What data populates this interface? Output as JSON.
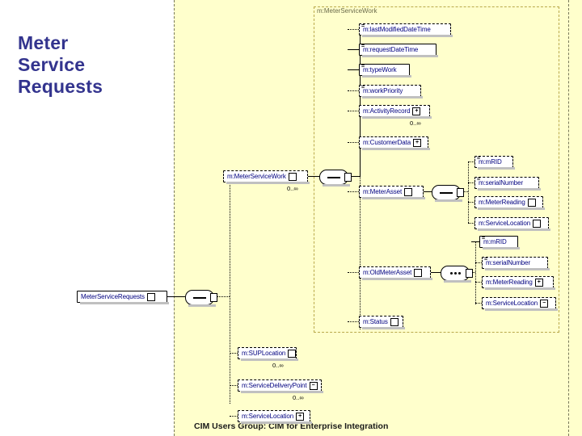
{
  "slide": {
    "title_lines": [
      "Meter",
      "Service",
      "Requests"
    ],
    "footer": "CIM Users Group: CIM for Enterprise Integration",
    "title_color": "#33348e",
    "canvas_color": "#ffffcc",
    "node_text_color": "#000080"
  },
  "diagram": {
    "type": "xml-schema-tree",
    "group_label": "m:MeterServiceWork",
    "root": {
      "label": "MeterServiceRequests"
    },
    "nodes": [
      {
        "id": "lastModifiedDateTime",
        "label": "m:lastModifiedDateTime",
        "style": "dashed",
        "required_marker": true,
        "expander": "none"
      },
      {
        "id": "requestDateTime",
        "label": "m:requestDateTime",
        "style": "solid",
        "required_marker": true,
        "expander": "none"
      },
      {
        "id": "typeWork",
        "label": "m:typeWork",
        "style": "solid",
        "required_marker": true,
        "expander": "none"
      },
      {
        "id": "workPriority",
        "label": "m:workPriority",
        "style": "dashed",
        "required_marker": true,
        "expander": "none"
      },
      {
        "id": "ActivityRecord",
        "label": "m:ActivityRecord",
        "style": "dashed",
        "required_marker": false,
        "expander": "plus",
        "cardinality": "0..∞"
      },
      {
        "id": "CustomerData",
        "label": "m:CustomerData",
        "style": "dashed",
        "required_marker": false,
        "expander": "plus"
      },
      {
        "id": "MeterServiceWork",
        "label": "m:MeterServiceWork",
        "style": "dashed",
        "required_marker": false,
        "expander": "blank",
        "cardinality": "0..∞"
      },
      {
        "id": "MeterAsset",
        "label": "m:MeterAsset",
        "style": "dashed",
        "required_marker": false,
        "expander": "blank"
      },
      {
        "id": "OldMeterAsset",
        "label": "m:OldMeterAsset",
        "style": "dashed",
        "required_marker": false,
        "expander": "blank"
      },
      {
        "id": "Status",
        "label": "m:Status",
        "style": "dashed",
        "required_marker": false,
        "expander": "blank"
      },
      {
        "id": "mRID1",
        "label": "m:mRID",
        "style": "dashed",
        "required_marker": true,
        "expander": "none"
      },
      {
        "id": "serialNumber1",
        "label": "m:serialNumber",
        "style": "dashed",
        "required_marker": true,
        "expander": "none"
      },
      {
        "id": "MeterReading1",
        "label": "m:MeterReading",
        "style": "dashed",
        "required_marker": false,
        "expander": "blank"
      },
      {
        "id": "ServiceLocation1",
        "label": "m:ServiceLocation",
        "style": "dashed",
        "required_marker": false,
        "expander": "blank"
      },
      {
        "id": "mRID2",
        "label": "m:mRID",
        "style": "solid",
        "required_marker": true,
        "expander": "none"
      },
      {
        "id": "serialNumber2",
        "label": "m:serialNumber",
        "style": "dashed",
        "required_marker": true,
        "expander": "none"
      },
      {
        "id": "MeterReading2",
        "label": "m:MeterReading",
        "style": "dashed",
        "required_marker": false,
        "expander": "plus"
      },
      {
        "id": "ServiceLocation2",
        "label": "m:ServiceLocation",
        "style": "dashed",
        "required_marker": false,
        "expander": "minus"
      },
      {
        "id": "SUPLocation",
        "label": "m:SUPLocation",
        "style": "dashed",
        "required_marker": false,
        "expander": "blank",
        "cardinality": "0..∞"
      },
      {
        "id": "ServiceDeliveryPoint",
        "label": "m:ServiceDeliveryPoint",
        "style": "dashed",
        "required_marker": false,
        "expander": "minus",
        "cardinality": "0..∞"
      },
      {
        "id": "ServiceLocation3",
        "label": "m:ServiceLocation",
        "style": "dashed",
        "required_marker": false,
        "expander": "plus"
      }
    ],
    "connectors": [
      {
        "id": "root-seq",
        "kind": "sequence"
      },
      {
        "id": "work-seq",
        "kind": "sequence"
      },
      {
        "id": "meterasset-seq",
        "kind": "sequence"
      },
      {
        "id": "oldmeter-choice",
        "kind": "choice"
      }
    ]
  }
}
